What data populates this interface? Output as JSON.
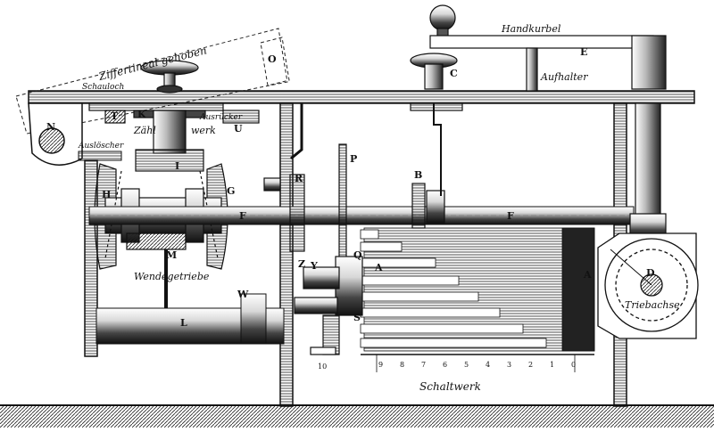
{
  "diagram": {
    "labels": {
      "ziffertineal": "Ziffertineal gehoben",
      "handkurbel": "Handkurbel",
      "aufhalter": "Aufhalter",
      "schauloch": "Schauloch",
      "ausruecker": "Ausrücker",
      "zaehlwerk_a": "Zähl",
      "zaehlwerk_b": "werk",
      "ausloescher": "Auslöscher",
      "wendegetriebe": "Wendegetriebe",
      "triebachse": "Triebachse",
      "schaltwerk": "Schaltwerk"
    },
    "letters": {
      "N": "N",
      "T": "T",
      "K": "K",
      "U": "U",
      "I": "I",
      "H": "H",
      "G": "G",
      "F1": "F",
      "F2": "F",
      "M": "M",
      "L": "L",
      "W": "W",
      "R": "R",
      "P": "P",
      "B": "B",
      "Q": "Q",
      "Z": "Z",
      "Y": "Y",
      "S": "S",
      "A1": "A",
      "A2": "A",
      "C": "C",
      "E": "E",
      "O": "O",
      "D": "D",
      "ten": "10"
    },
    "scale_digits": [
      "9",
      "8",
      "7",
      "6",
      "5",
      "4",
      "3",
      "2",
      "1",
      "0"
    ]
  }
}
